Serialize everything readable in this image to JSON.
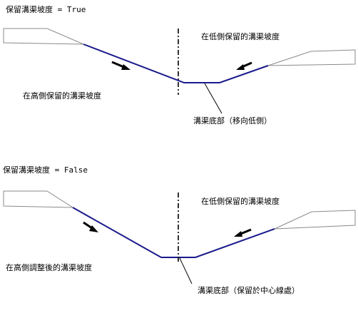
{
  "diagram": {
    "panels": [
      {
        "id": "true",
        "header": "保留溝渠坡度 = True",
        "label_left_slope": "在高側保留的溝渠坡度",
        "label_right_slope": "在低側保留的溝渠坡度",
        "label_bottom": "溝渠底部（移向低側）"
      },
      {
        "id": "false",
        "header": "保留溝渠坡度 = False",
        "label_left_slope": "在高側調整後的溝渠坡度",
        "label_right_slope": "在低側保留的溝渠坡度",
        "label_bottom": "溝渠底部（保留於中心線處）"
      }
    ],
    "colors": {
      "channel": "#1a1a8c",
      "terrain": "#8a8a8a",
      "text": "#000000"
    }
  }
}
